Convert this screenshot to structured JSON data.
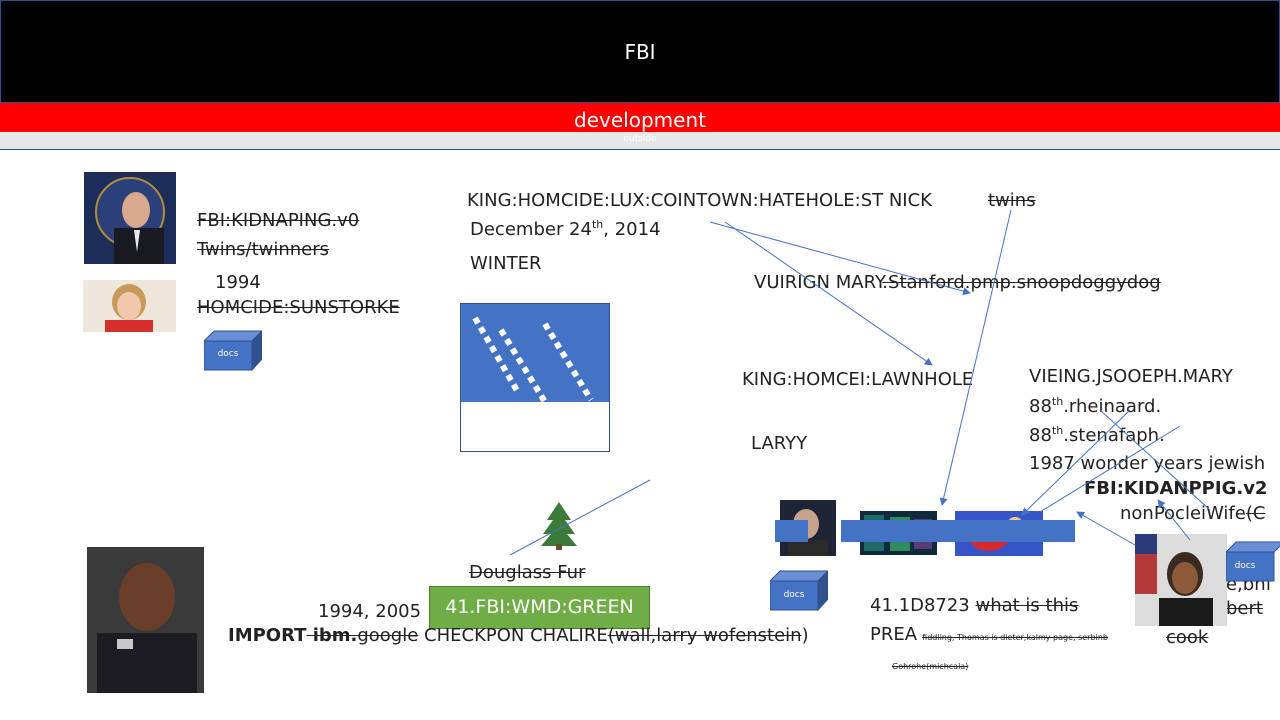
{
  "header": {
    "title": "FBI"
  },
  "dev_bar": {
    "label": "development"
  },
  "outside_bar": {
    "label": "outside"
  },
  "left_notes": {
    "case1": "FBI:KIDNAPING.v0",
    "case1_sub": "Twins/twinners",
    "year": "1994",
    "case2": "HOMCIDE:SUNSTORKE",
    "docs": "docs"
  },
  "center_case": {
    "title": "KING:HOMCIDE:LUX:COINTOWN:HATEHOLE:ST NICK",
    "twins": "twins",
    "date_day": "December 24",
    "date_sup": "th",
    "date_year": ", 2014",
    "season": "WINTER"
  },
  "vuirign": {
    "main": "VUIRIGN MARY",
    "struck": ".Stanford.pmp.snoopdoggydog"
  },
  "lawnhole": "KING:HOMCEI:LAWNHOLE",
  "laryy": "LARYY",
  "right_notes": {
    "l1": "VIEING.JSOOEPH.MARY",
    "l2a": "88",
    "l2sup": "th",
    "l2b": ".rheinaard.",
    "l3a": "88",
    "l3sup": "th",
    "l3b": ".stenafaph.",
    "l4": "1987 wonder years jewish",
    "l5": "FBI:KIDANPPIG.v2",
    "l6": "nonPocleiWife",
    "l6s": "(C",
    "l7": "e,bhf",
    "l8": "bert",
    "cook": "cook",
    "docs": "docs"
  },
  "tree_label": "Douglass Fur",
  "green_box": "41.FBI:WMD:GREEN",
  "years_label": "1994, 2005",
  "import_line": {
    "import": "IMPORT",
    "ibm": " ibm.",
    "google": "google",
    "checkpon": " CHECKPON CHALIRE",
    "paren": "(wall,larry wofenstein",
    "close": ")"
  },
  "bottom_docs": "docs",
  "bottom_right": {
    "code": "41.1D8723",
    "what": "what is this",
    "prea": "PREA",
    "small": "fiddling, Thomas is dieter,kalmy page, serbinb",
    "small2": "Gohrohe(michcala)"
  },
  "colors": {
    "accent": "#4472c4",
    "header": "#000000",
    "dev": "#ff0000",
    "green": "#70ad47"
  },
  "icons": [
    "docs-cube-icon",
    "tree-icon",
    "arrow-icon"
  ]
}
